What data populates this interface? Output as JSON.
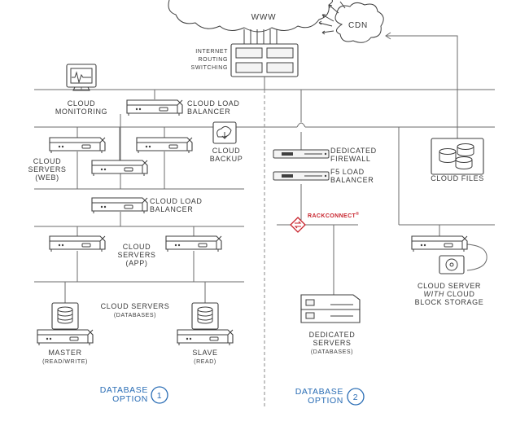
{
  "labels": {
    "www": "WWW",
    "cdn": "CDN",
    "routing_line1": "INTERNET",
    "routing_line2": "ROUTING",
    "routing_line3": "SWITCHING",
    "monitoring_line1": "CLOUD",
    "monitoring_line2": "MONITORING",
    "lb_top_line1": "CLOUD LOAD",
    "lb_top_line2": "BALANCER",
    "web_line1": "CLOUD",
    "web_line2": "SERVERS",
    "web_line3": "(WEB)",
    "backup_line1": "CLOUD",
    "backup_line2": "BACKUP",
    "lb_mid_line1": "CLOUD LOAD",
    "lb_mid_line2": "BALANCER",
    "app_line1": "CLOUD",
    "app_line2": "SERVERS",
    "app_line3": "(APP)",
    "db_line1": "CLOUD SERVERS",
    "db_line2": "(DATABASES)",
    "master_line1": "MASTER",
    "master_line2": "(READ/WRITE)",
    "slave_line1": "SLAVE",
    "slave_line2": "(READ)",
    "firewall_line1": "DEDICATED",
    "firewall_line2": "FIREWALL",
    "f5_line1": "F5 LOAD",
    "f5_line2": "BALANCER",
    "rackconnect": "RACKCONNECT",
    "rackconnect_mark": "®",
    "dedicated_line1": "DEDICATED",
    "dedicated_line2": "SERVERS",
    "dedicated_line3": "(DATABASES)",
    "files": "CLOUD FILES",
    "block_line1": "CLOUD SERVER",
    "block_line2": "WITH",
    "block_line2b": "CLOUD",
    "block_line3": "BLOCK STORAGE",
    "option1_line1": "DATABASE",
    "option1_line2": "OPTION",
    "option1_num": "1",
    "option2_line1": "DATABASE",
    "option2_line2": "OPTION",
    "option2_num": "2"
  },
  "colors": {
    "line": "#6b6b6b",
    "device_stroke": "#3f3f3f",
    "text": "#3a3a3a",
    "option_blue": "#2a6db5",
    "rackconnect_red": "#c8232c"
  }
}
